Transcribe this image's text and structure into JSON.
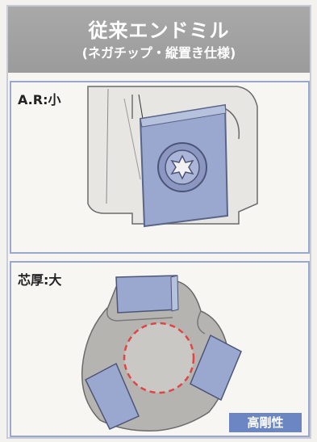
{
  "header": {
    "title": "従来エンドミル",
    "subtitle": "(ネガチップ・縦置き仕様)"
  },
  "panel1": {
    "label": "A.R:小"
  },
  "panel2": {
    "label": "芯厚:大",
    "badge": "高剛性"
  },
  "colors": {
    "header_bg": "#9e9e9e",
    "insert": "#9aa8cf",
    "border": "#9aa7cf",
    "badge": "#6b86c3",
    "core_circle": "#e04545"
  }
}
